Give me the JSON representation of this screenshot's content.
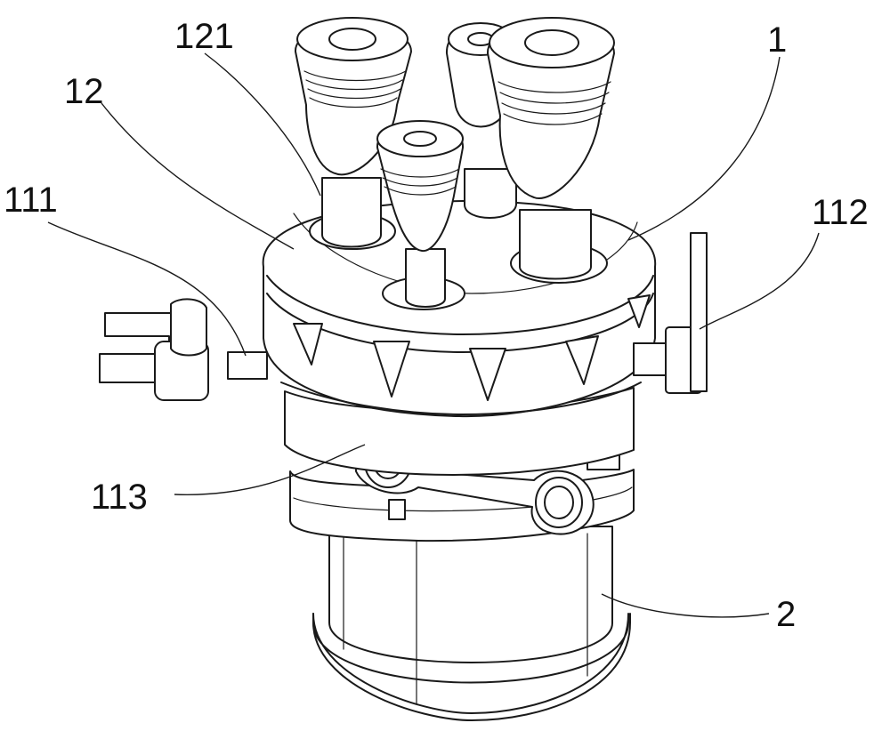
{
  "figure": {
    "labels": [
      {
        "id": "part-1",
        "text": "1"
      },
      {
        "id": "part-2",
        "text": "2"
      },
      {
        "id": "part-12",
        "text": "12"
      },
      {
        "id": "part-121",
        "text": "121"
      },
      {
        "id": "part-111",
        "text": "111"
      },
      {
        "id": "part-112",
        "text": "112"
      },
      {
        "id": "part-113",
        "text": "113"
      }
    ],
    "line_color": "#1a1a1a",
    "background_color": "#ffffff"
  }
}
